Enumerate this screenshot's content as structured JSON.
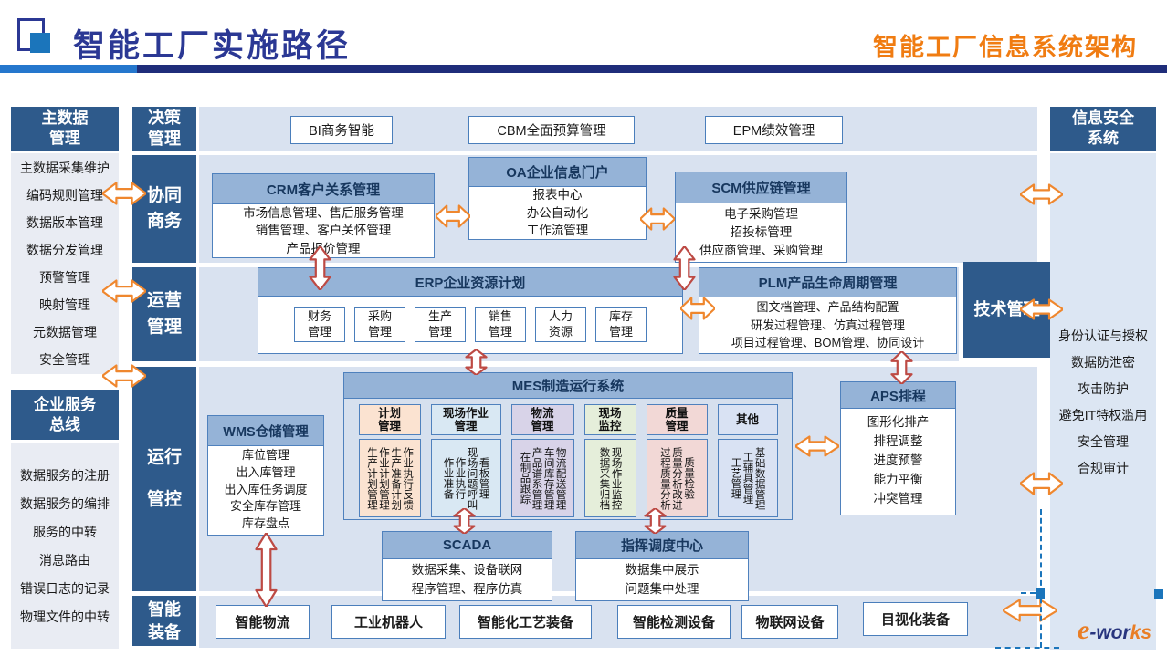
{
  "header": {
    "title": "智能工厂实施路径",
    "subtitle": "智能工厂信息系统架构"
  },
  "left_master": {
    "title": "主数据管理",
    "items": [
      "主数据采集维护",
      "编码规则管理",
      "数据版本管理",
      "数据分发管理",
      "预警管理",
      "映射管理",
      "元数据管理",
      "安全管理"
    ]
  },
  "left_esb": {
    "title": "企业服务总线",
    "items": [
      "数据服务的注册",
      "数据服务的编排",
      "服务的中转",
      "消息路由",
      "错误日志的记录",
      "物理文件的中转"
    ]
  },
  "sections": {
    "decision": "决策管理",
    "collab": "协同商务",
    "operation": "运营管理",
    "control": "运行管控",
    "equipment": "智能装备"
  },
  "right_security": {
    "title": "信息安全系统",
    "items": [
      "身份认证与授权",
      "数据防泄密",
      "攻击防护",
      "避免IT特权滥用",
      "安全管理",
      "合规审计"
    ]
  },
  "tech_mgmt": "技术管理",
  "decision_row": {
    "bi": "BI商务智能",
    "cbm": "CBM全面预算管理",
    "epm": "EPM绩效管理"
  },
  "crm": {
    "title": "CRM客户关系管理",
    "lines": [
      "市场信息管理、售后服务管理",
      "销售管理、客户关怀管理",
      "产品报价管理"
    ]
  },
  "oa": {
    "title": "OA企业信息门户",
    "lines": [
      "报表中心",
      "办公自动化",
      "工作流管理"
    ]
  },
  "scm": {
    "title": "SCM供应链管理",
    "lines": [
      "电子采购管理",
      "招投标管理",
      "供应商管理、采购管理"
    ]
  },
  "erp": {
    "title": "ERP企业资源计划",
    "modules": [
      "财务管理",
      "采购管理",
      "生产管理",
      "销售管理",
      "人力资源",
      "库存管理"
    ]
  },
  "plm": {
    "title": "PLM产品生命周期管理",
    "lines": [
      "图文档管理、产品结构配置",
      "研发过程管理、仿真过程管理",
      "项目过程管理、BOM管理、协同设计"
    ]
  },
  "wms": {
    "title": "WMS仓储管理",
    "lines": [
      "库位管理",
      "出入库管理",
      "出入库任务调度",
      "安全库存管理",
      "库存盘点"
    ]
  },
  "mes": {
    "title": "MES制造运行系统",
    "columns": [
      {
        "title": "计划管理",
        "items": [
          "生产计划管理",
          "作业计划管理",
          "生产准备计划",
          "作业执行反馈"
        ]
      },
      {
        "title": "现场作业管理",
        "items": [
          "作业准备",
          "作业执行",
          "现场问题呼叫",
          "看板管理"
        ]
      },
      {
        "title": "物流管理",
        "items": [
          "在制品跟踪",
          "产品谱系管理",
          "车间库存管理",
          "物流配送管理"
        ]
      },
      {
        "title": "现场监控",
        "items": [
          "数据采集归档",
          "现场作业监控"
        ]
      },
      {
        "title": "质量管理",
        "items": [
          "过程质量分析",
          "质量分析改进",
          "质量检验"
        ]
      },
      {
        "title": "其他",
        "items": [
          "工艺管理",
          "工辅具管理",
          "基础数据管理"
        ]
      }
    ]
  },
  "aps": {
    "title": "APS排程",
    "lines": [
      "图形化排产",
      "排程调整",
      "进度预警",
      "能力平衡",
      "冲突管理"
    ]
  },
  "scada": {
    "title": "SCADA",
    "lines": [
      "数据采集、设备联网",
      "程序管理、程序仿真"
    ]
  },
  "dispatch": {
    "title": "指挥调度中心",
    "lines": [
      "数据集中展示",
      "问题集中处理"
    ]
  },
  "equipment_row": {
    "items": [
      "智能物流",
      "工业机器人",
      "智能化工艺装备",
      "智能检测设备",
      "物联网设备",
      "目视化装备"
    ]
  },
  "logo": {
    "e": "e",
    "mid": "-wor",
    "ks": "ks"
  },
  "colors": {
    "accent_orange": "#ef872e",
    "accent_red": "#bd4a44",
    "dark_blue": "#2e5a8b",
    "steel_blue": "#95b3d7",
    "title_blue": "#2b3894",
    "title_orange": "#f07c12"
  }
}
